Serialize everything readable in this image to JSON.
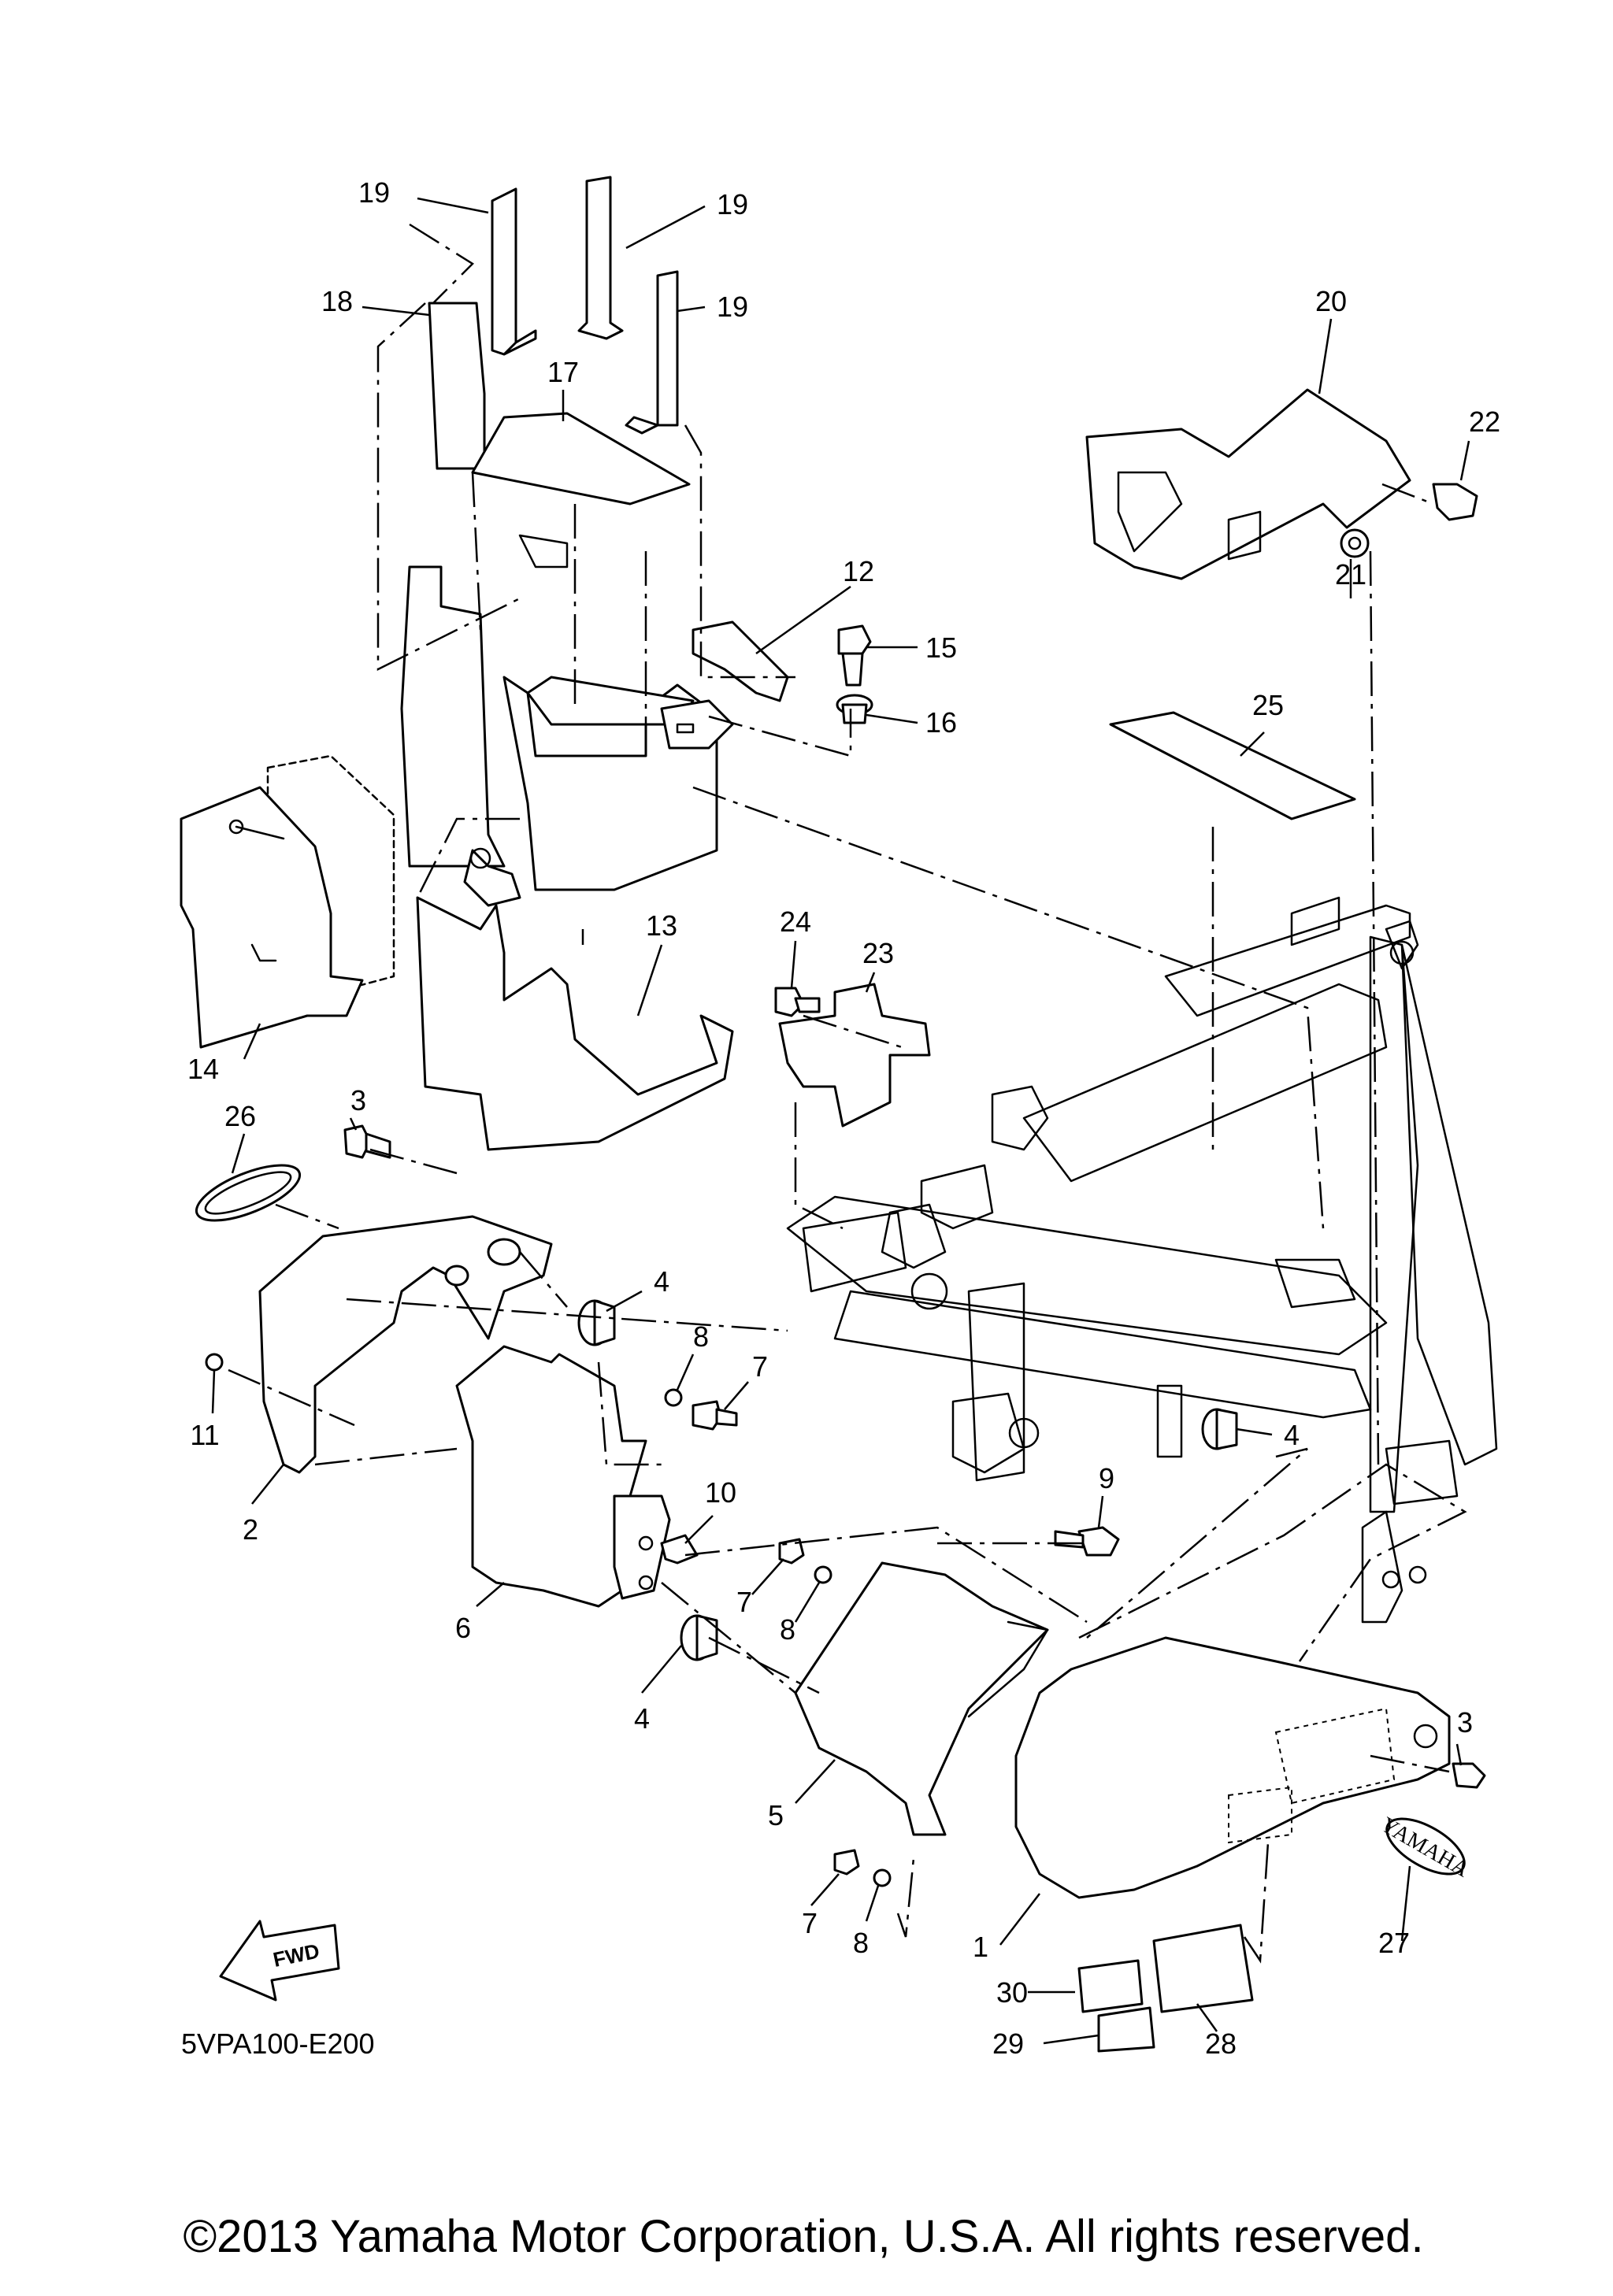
{
  "diagram": {
    "drawing_code": "5VPA100-E200",
    "copyright": "©2013 Yamaha Motor Corporation, U.S.A. All rights reserved.",
    "fwd_label": "FWD",
    "brand_emblem_text": "YAMAHA",
    "callouts": [
      "1",
      "2",
      "3",
      "3",
      "4",
      "4",
      "4",
      "5",
      "6",
      "7",
      "7",
      "7",
      "8",
      "8",
      "8",
      "9",
      "10",
      "11",
      "12",
      "13",
      "14",
      "15",
      "16",
      "17",
      "18",
      "19",
      "19",
      "19",
      "20",
      "21",
      "22",
      "23",
      "24",
      "25",
      "26",
      "27",
      "28",
      "29",
      "30"
    ]
  }
}
